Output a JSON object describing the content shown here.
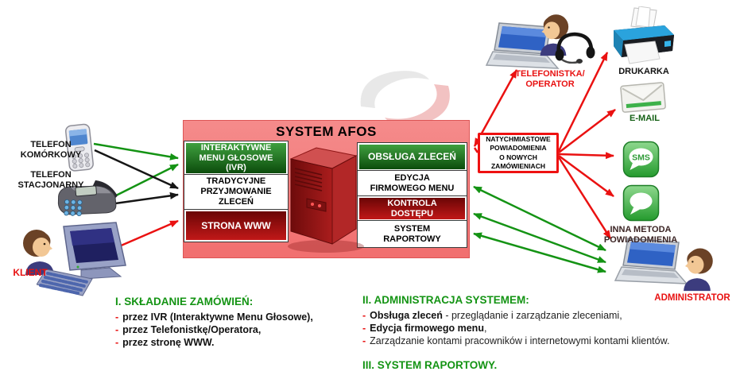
{
  "afos": {
    "title": "SYSTEM AFOS",
    "left_column": [
      "INTERAKTYWNE\nMENU GŁOSOWE\n(IVR)",
      "TRADYCYJNE\nPRZYJMOWANIE\nZLECEŃ",
      "STRONA WWW"
    ],
    "right_column": [
      "OBSŁUGA ZLECEŃ",
      "EDYCJA\nFIRMOWEGO MENU",
      "KONTROLA\nDOSTĘPU",
      "SYSTEM\nRAPORTOWY"
    ]
  },
  "sources": {
    "mobile": "TELEFON\nKOMÓRKOWY",
    "landline": "TELEFON\nSTACJONARNY",
    "client": "KLIENT"
  },
  "notification": "NATYCHMIASTOWE\nPOWIADOMIENIA\nO NOWYCH\nZAMÓWIENIACH",
  "targets": {
    "operator": "TELEFONISTKA/\nOPERATOR",
    "printer": "DRUKARKA",
    "email": "E-MAIL",
    "sms_icon_text": "SMS",
    "other": "INNA METODA\nPOWIADOMIENIA",
    "admin": "ADMINISTRATOR"
  },
  "sections": {
    "bullet": "-",
    "one_title": "I. SKŁADANIE ZAMÓWIEŃ:",
    "one_items": [
      "przez IVR (Interaktywne Menu Głosowe),",
      "przez Telefonistkę/Operatora,",
      "przez stronę WWW."
    ],
    "two_title": "II. ADMINISTRACJA SYSTEMEM:",
    "two_items": [
      {
        "bold": "Obsługa zleceń",
        "rest": " - przeglądanie i zarządzanie zleceniami,"
      },
      {
        "bold": "Edycja firmowego menu",
        "rest": ","
      },
      {
        "bold": "",
        "rest": "Zarządzanie kontami pracowników i internetowymi kontami klientów."
      }
    ],
    "three_title": "III. SYSTEM RAPORTOWY."
  },
  "colors": {
    "panel_pink": "#f47878",
    "box_green": "#1e7e1e",
    "box_red": "#a01616",
    "arrow_red": "#ea1111",
    "arrow_green": "#149314",
    "arrow_black": "#161616",
    "label_red": "#e81212",
    "section_green": "#149414"
  }
}
